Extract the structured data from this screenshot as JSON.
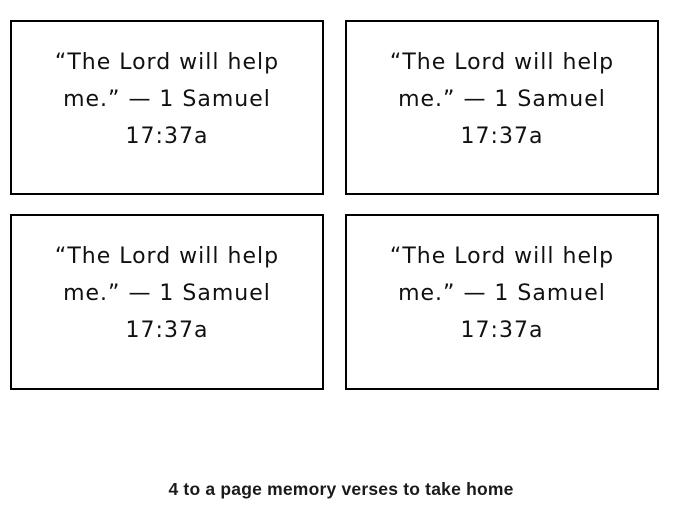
{
  "page": {
    "background_color": "#ffffff",
    "card_border_color": "#000000",
    "card_text_color": "#111111",
    "caption_color": "#1a1a1a",
    "caption": "4 to a page memory verses to take home"
  },
  "cards": [
    {
      "line1": "“The Lord will help",
      "line2": "me.” — 1 Samuel",
      "line3": "17:37a"
    },
    {
      "line1": "“The Lord will help",
      "line2": "me.” — 1 Samuel",
      "line3": "17:37a"
    },
    {
      "line1": "“The Lord will help",
      "line2": "me.” — 1 Samuel",
      "line3": "17:37a"
    },
    {
      "line1": "“The Lord will help",
      "line2": "me.” — 1 Samuel",
      "line3": "17:37a"
    }
  ]
}
